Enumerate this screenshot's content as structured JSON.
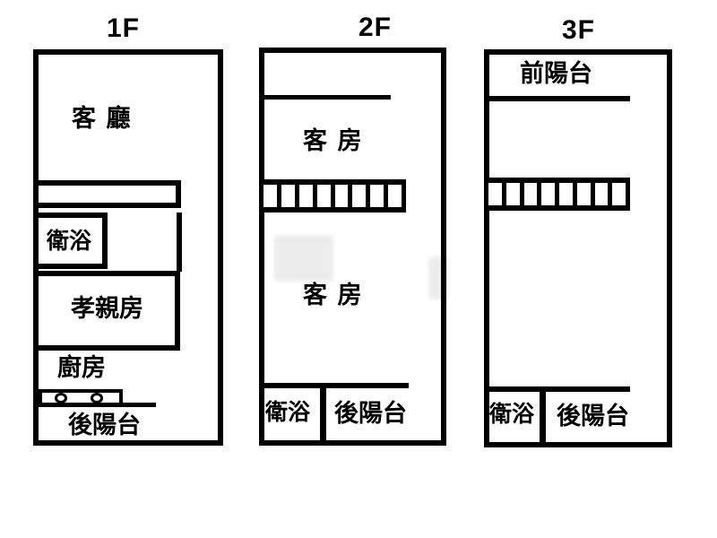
{
  "palette": {
    "wall": "#000000",
    "background": "#ffffff",
    "text": "#000000",
    "watermark": "#d9d9d9"
  },
  "diagram_type": "real-estate floor plan, 3 storeys",
  "floors": [
    {
      "title": "1F",
      "rooms": {
        "living_room": "客 廳",
        "bathroom": "衛浴",
        "parents_room": "孝親房",
        "kitchen": "廚房",
        "back_balcony": "後陽台"
      },
      "features": [
        "built-in-cabinet",
        "kitchen-counter-with-2-burners"
      ]
    },
    {
      "title": "2F",
      "rooms": {
        "guest_room_front": "客 房",
        "guest_room_back": "客 房",
        "bathroom": "衛浴",
        "back_balcony": "後陽台"
      },
      "features": [
        "staircase-8-steps"
      ]
    },
    {
      "title": "3F",
      "rooms": {
        "front_balcony": "前陽台",
        "bathroom": "衛浴",
        "back_balcony": "後陽台"
      },
      "features": [
        "staircase-8-steps"
      ]
    }
  ]
}
